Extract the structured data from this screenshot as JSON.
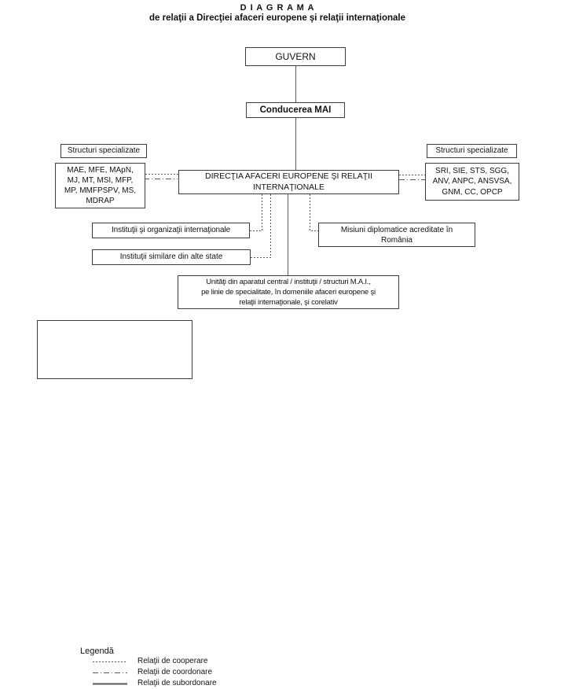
{
  "title": {
    "main": "D I A G R A M A",
    "subtitle": "de relaţii a Direcţiei afaceri europene şi relaţii internaţionale"
  },
  "nodes": {
    "guvern": {
      "label": "GUVERN"
    },
    "conducerea_mai": {
      "label": "Conducerea MAI"
    },
    "directia": {
      "lines": [
        "DIRECŢIA AFACERI EUROPENE ŞI RELAŢII",
        "INTERNAŢIONALE"
      ]
    },
    "left_header": {
      "label": "Structuri specializate"
    },
    "left_structures": {
      "lines": [
        "MAE, MFE, MApN,",
        "MJ, MT, MSI, MFP,",
        "MP, MMFPSPV, MS,",
        "MDRAP"
      ]
    },
    "right_header": {
      "label": "Structuri specializate"
    },
    "right_structures": {
      "lines": [
        "SRI, SIE, STS, SGG,",
        "ANV, ANPC, ANSVSA,",
        "GNM, CC, OPCP"
      ]
    },
    "intl_orgs": {
      "label": "Instituţii şi organizaţii internaţionale"
    },
    "similar_inst": {
      "label": "Instituţii similare din alte state"
    },
    "missions": {
      "lines": [
        "Misiuni diplomatice acreditate în",
        "România"
      ]
    },
    "mai_units": {
      "lines": [
        "Unităţi din aparatul central / instituţii / structuri M.A.I.,",
        "pe linie de specialitate, în domeniile afaceri europene şi",
        "relaţii internaţionale, şi corelativ"
      ]
    }
  },
  "legend": {
    "title": "Legendă",
    "items": [
      {
        "style": "dashed",
        "label": "Relaţii de cooperare"
      },
      {
        "style": "dashdot",
        "label": "Relaţii de coordonare"
      },
      {
        "style": "solid",
        "label": "Relaţii de subordonare"
      }
    ]
  },
  "relations": [
    {
      "from": "GUVERN",
      "to": "Conducerea MAI",
      "type": "subordonare"
    },
    {
      "from": "Conducerea MAI",
      "to": "Direcţia afaceri europene şi relaţii internaţionale",
      "type": "subordonare"
    },
    {
      "from": "Structuri specializate (MAE, MFE, MApN, MJ, MT, MSI, MFP, MP, MMFPSPV, MS, MDRAP)",
      "to": "Direcţia afaceri europene şi relaţii internaţionale",
      "type": "cooperare + coordonare"
    },
    {
      "from": "Structuri specializate (SRI, SIE, STS, SGG, ANV, ANPC, ANSVSA, GNM, CC, OPCP)",
      "to": "Direcţia afaceri europene şi relaţii internaţionale",
      "type": "cooperare + coordonare"
    },
    {
      "from": "Direcţia afaceri europene şi relaţii internaţionale",
      "to": "Instituţii şi organizaţii internaţionale",
      "type": "cooperare"
    },
    {
      "from": "Direcţia afaceri europene şi relaţii internaţionale",
      "to": "Instituţii similare din alte state",
      "type": "cooperare"
    },
    {
      "from": "Direcţia afaceri europene şi relaţii internaţionale",
      "to": "Misiuni diplomatice acreditate în România",
      "type": "cooperare"
    },
    {
      "from": "Direcţia afaceri europene şi relaţii internaţionale",
      "to": "Unităţi din aparatul central / instituţii / structuri M.A.I.",
      "type": "subordonare"
    }
  ],
  "colors": {
    "line": "#5a5a5a",
    "box_border": "#3d3d3d",
    "text": "#111111",
    "background": "#ffffff"
  }
}
